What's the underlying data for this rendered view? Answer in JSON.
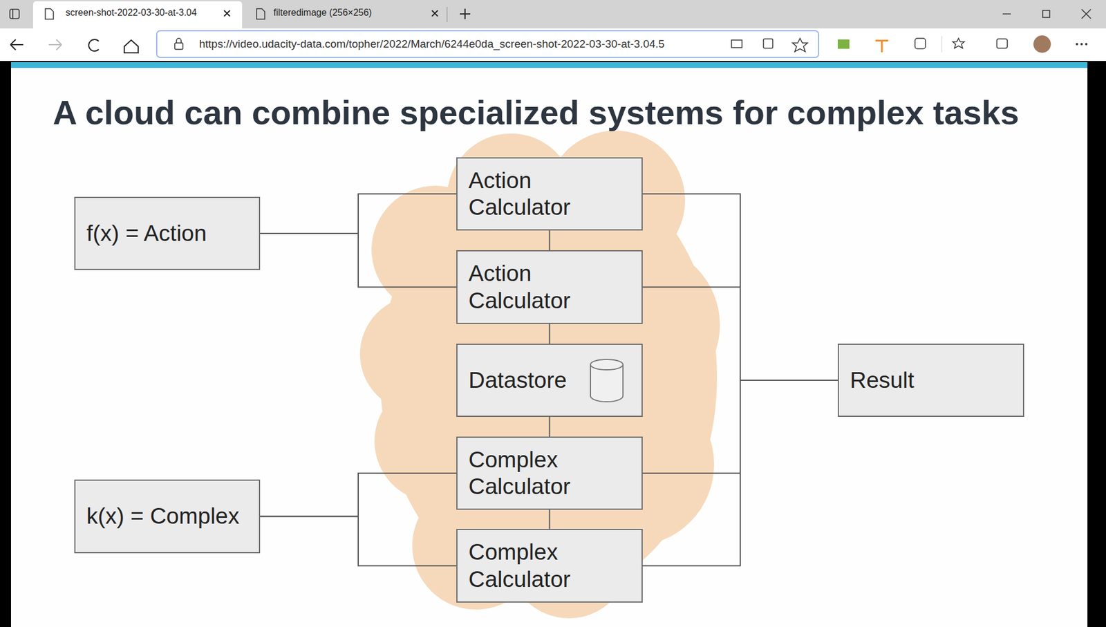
{
  "diagram": {
    "title": "A cloud can combine specialized systems for complex tasks",
    "nodes": [
      {
        "text": [
          "Action Calculator"
        ]
      },
      {
        "text": [
          "f(x) = Action"
        ]
      },
      {
        "text": [
          "Action Calculator"
        ]
      },
      {
        "text": [
          "Datastore"
        ]
      },
      {
        "text": [
          "Result"
        ]
      },
      {
        "text": [
          "Complex Calculator"
        ]
      },
      {
        "text": [
          "k(x) = Complex"
        ]
      },
      {
        "text": [
          "Complex Calculator"
        ]
      }
    ],
    "edges": [
      {
        "from": 1,
        "to": 0,
        "arrow": "none"
      },
      {
        "from": 1,
        "to": 2,
        "arrow": "none"
      },
      {
        "from": 6,
        "to": 5,
        "arrow": "none"
      },
      {
        "from": 6,
        "to": 7,
        "arrow": "none"
      },
      {
        "from": 0,
        "to": 4,
        "arrow": "none"
      },
      {
        "from": 2,
        "to": 4,
        "arrow": "none"
      },
      {
        "from": 5,
        "to": 4,
        "arrow": "none"
      },
      {
        "from": 7,
        "to": 4,
        "arrow": "none"
      },
      {
        "from": 0,
        "to": 2,
        "arrow": "none"
      },
      {
        "from": 2,
        "to": 3,
        "arrow": "none"
      },
      {
        "from": 3,
        "to": 5,
        "arrow": "none"
      },
      {
        "from": 5,
        "to": 7,
        "arrow": "none"
      }
    ],
    "labels": [
      "screen-shot-2022-03-30-at-3.04",
      "filteredimage (256×256)",
      "https://video.udacity-data.com/topher/2022/March/6244e0da_screen-shot-2022-03-30-at-3.04.5"
    ]
  }
}
